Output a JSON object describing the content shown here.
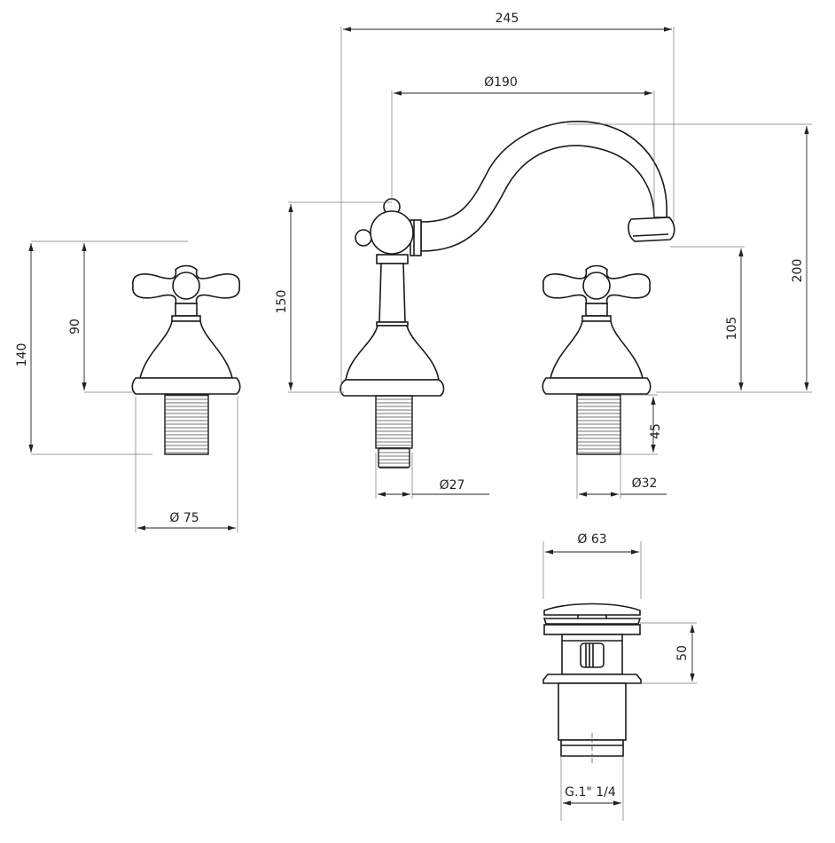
{
  "drawing": {
    "title": "Three-hole basin mixer with pop-up waste — dimensional drawing",
    "units": "mm",
    "dimensions": {
      "overall_width": "245",
      "spout_reach": "Ø190",
      "spout_height": "200",
      "spout_body_height": "150",
      "spout_outlet_height": "105",
      "thread_length": "45",
      "thread_diameter_spout": "Ø27",
      "thread_diameter_valve": "Ø32",
      "valve_total_height": "140",
      "valve_height": "90",
      "valve_base_diameter": "Ø 75",
      "waste_diameter": "Ø 63",
      "waste_height": "50",
      "waste_thread": "G.1\" 1/4"
    }
  }
}
